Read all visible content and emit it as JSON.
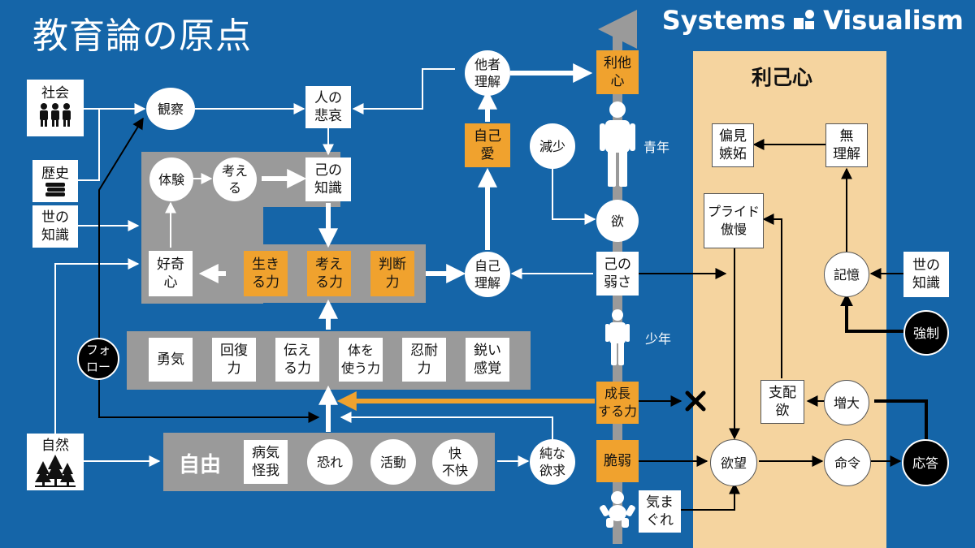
{
  "header": {
    "title": "教育論の原点",
    "brand_left": "Systems",
    "brand_right": "Visualism"
  },
  "left": {
    "society": "社会",
    "history": "歴史",
    "world_knowledge": "世の\n知識",
    "nature": "自然",
    "follow": "フォ\nロー"
  },
  "nodes": {
    "observe": "観察",
    "sorrow": "人の\n悲哀",
    "experience": "体験",
    "think": "考え\nる",
    "self_knowledge": "己の\n知識",
    "curiosity": "好奇\n心",
    "life_power": "生き\nる力",
    "think_power": "考え\nる力",
    "judge_power": "判断\n力",
    "others_understanding": "他者\n理解",
    "self_love": "自己\n愛",
    "self_understanding": "自己\n理解",
    "decrease": "減少",
    "altruism": "利他\n心",
    "desire": "欲",
    "self_weakness": "己の\n弱さ",
    "youth": "青年",
    "boy": "少年",
    "growth_power": "成長\nする力",
    "fragile": "脆弱",
    "whim": "気ま\nぐれ",
    "pure_desire": "純な\n欲求"
  },
  "abilities": [
    "勇気",
    "回復\n力",
    "伝え\nる力",
    "体を\n使う力",
    "忍耐\n力",
    "鋭い\n感覚"
  ],
  "freedom": {
    "label": "自由",
    "items": [
      "病気\n怪我",
      "恐れ",
      "活動",
      "快\n不快"
    ]
  },
  "selfish": {
    "title": "利己心",
    "prejudice": "偏見\n嫉妬",
    "ignorance": "無\n理解",
    "pride": "プライド\n傲慢",
    "memory": "記憶",
    "world_knowledge": "世の\n知識",
    "force": "強制",
    "dominance": "支配\n欲",
    "increase": "増大",
    "wish": "欲望",
    "command": "命令",
    "response": "応答"
  },
  "colors": {
    "background": "#1565a8",
    "orange": "#f0a22e",
    "beige": "#f5d49f",
    "grey": "#9a9a9a",
    "axis": "#9a9a9a"
  },
  "icons": [
    "people-icon",
    "books-icon",
    "trees-icon",
    "adult-icon",
    "child-icon",
    "baby-icon",
    "cross-icon"
  ]
}
